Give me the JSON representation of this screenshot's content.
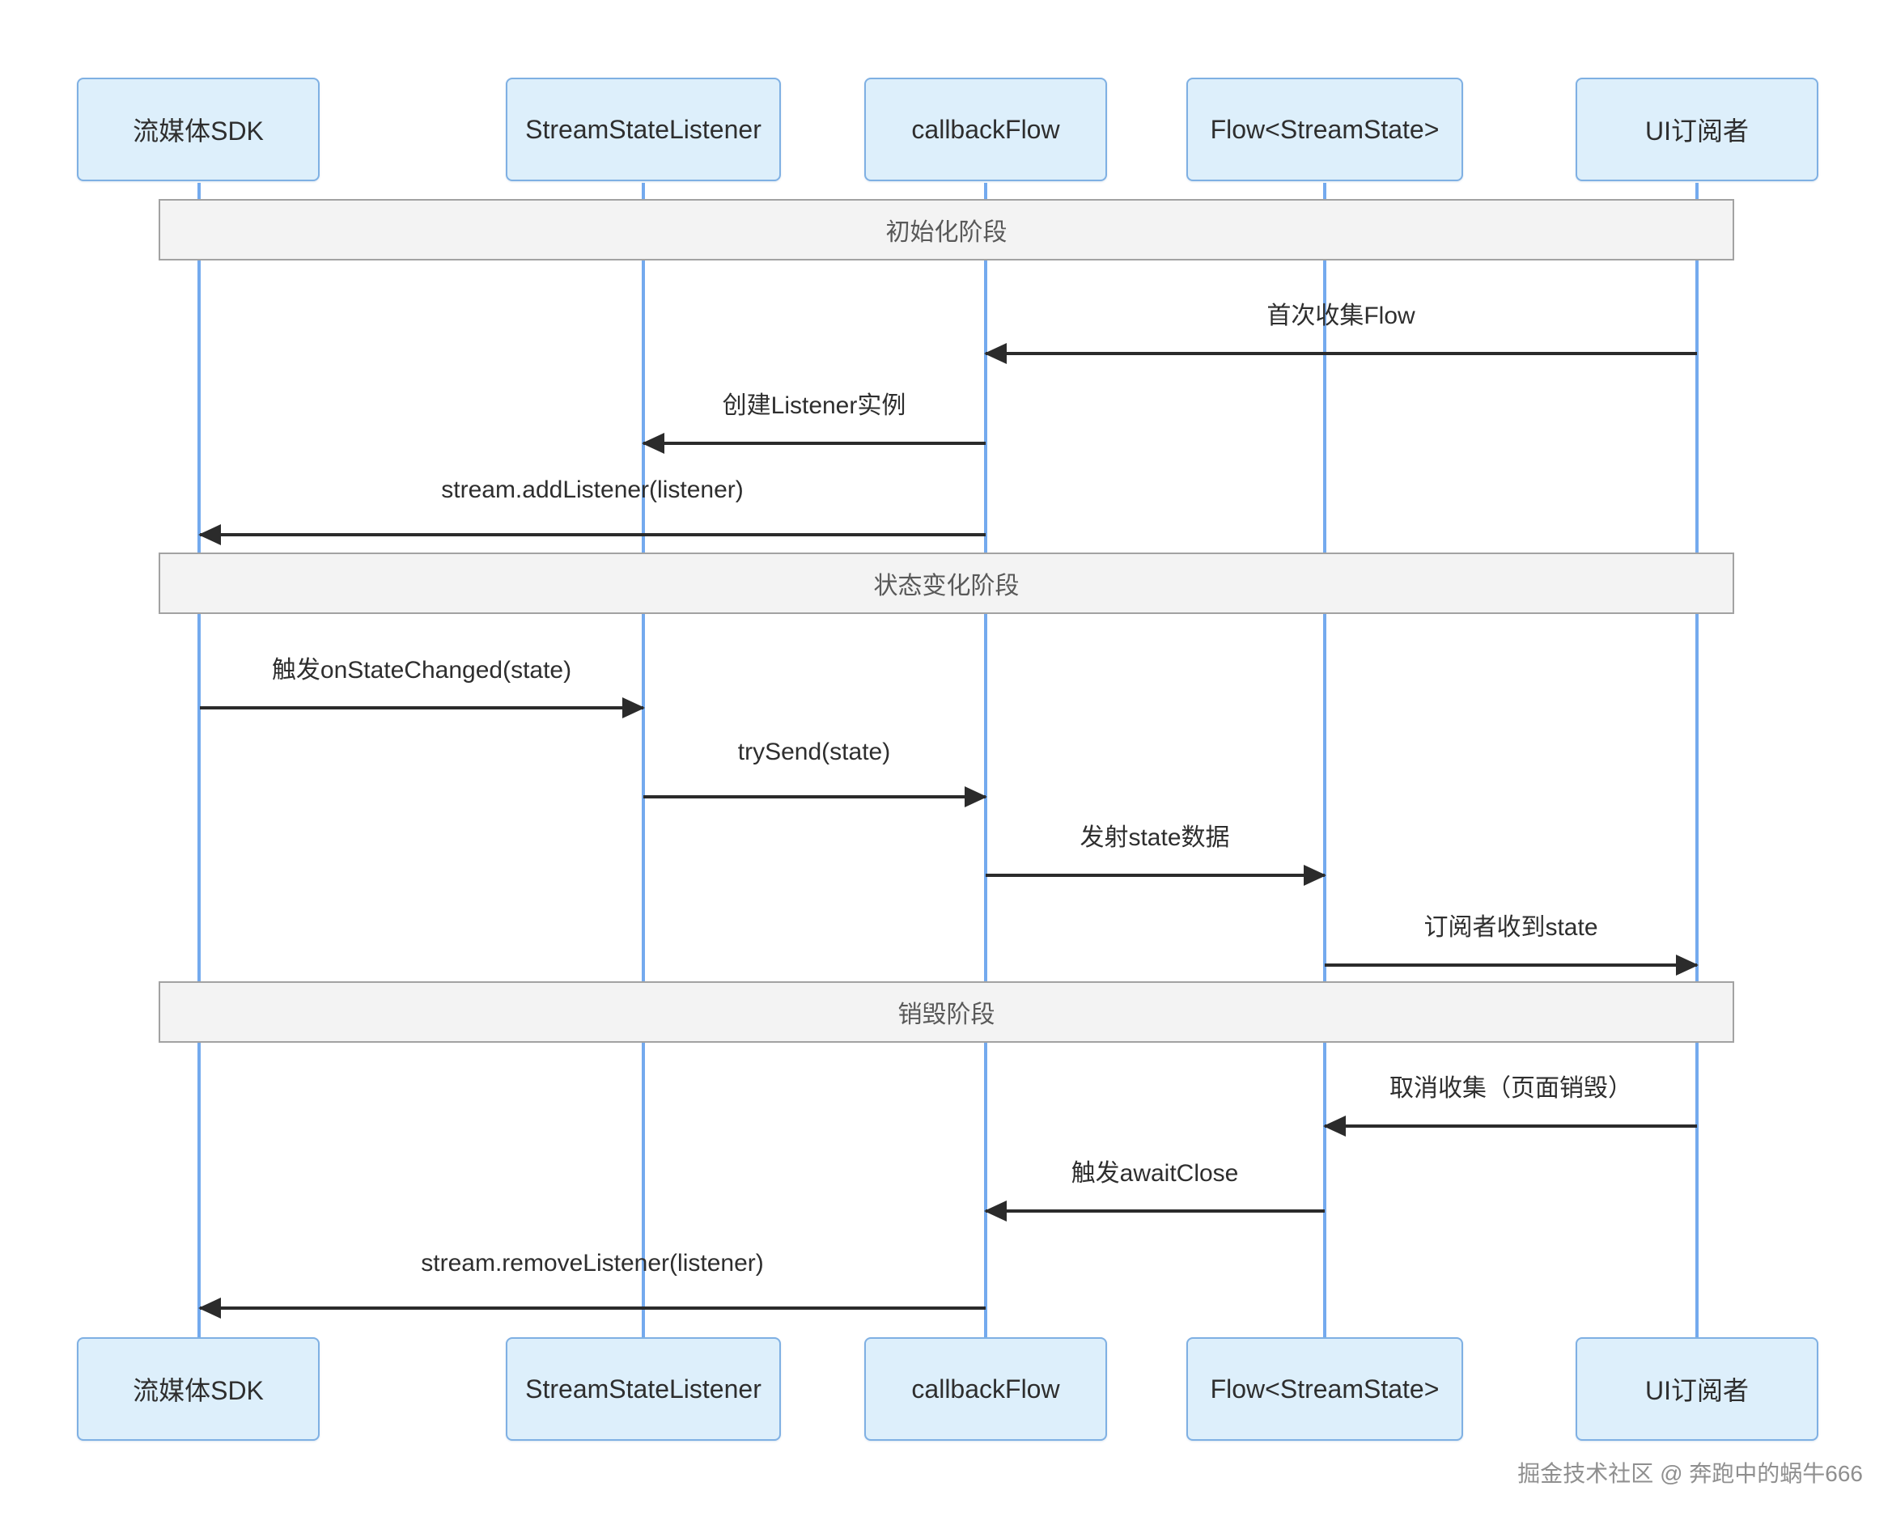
{
  "diagram": {
    "type": "sequence-diagram",
    "actors": [
      {
        "id": "sdk",
        "label": "流媒体SDK"
      },
      {
        "id": "stream-state-listener",
        "label": "StreamStateListener"
      },
      {
        "id": "callback-flow",
        "label": "callbackFlow"
      },
      {
        "id": "flow-stream-state",
        "label": "Flow<StreamState>"
      },
      {
        "id": "ui-subscriber",
        "label": "UI订阅者"
      }
    ],
    "phases": [
      {
        "label": "初始化阶段"
      },
      {
        "label": "状态变化阶段"
      },
      {
        "label": "销毁阶段"
      }
    ],
    "messages": [
      {
        "from": "UI订阅者",
        "to": "callbackFlow",
        "label": "首次收集Flow",
        "phase": "初始化阶段",
        "direction": "left"
      },
      {
        "from": "callbackFlow",
        "to": "StreamStateListener",
        "label": "创建Listener实例",
        "phase": "初始化阶段",
        "direction": "left"
      },
      {
        "from": "callbackFlow",
        "to": "流媒体SDK",
        "label": "stream.addListener(listener)",
        "phase": "初始化阶段",
        "direction": "left"
      },
      {
        "from": "流媒体SDK",
        "to": "StreamStateListener",
        "label": "触发onStateChanged(state)",
        "phase": "状态变化阶段",
        "direction": "right"
      },
      {
        "from": "StreamStateListener",
        "to": "callbackFlow",
        "label": "trySend(state)",
        "phase": "状态变化阶段",
        "direction": "right"
      },
      {
        "from": "callbackFlow",
        "to": "Flow<StreamState>",
        "label": "发射state数据",
        "phase": "状态变化阶段",
        "direction": "right"
      },
      {
        "from": "Flow<StreamState>",
        "to": "UI订阅者",
        "label": "订阅者收到state",
        "phase": "状态变化阶段",
        "direction": "right"
      },
      {
        "from": "UI订阅者",
        "to": "Flow<StreamState>",
        "label": "取消收集（页面销毁）",
        "phase": "销毁阶段",
        "direction": "left"
      },
      {
        "from": "Flow<StreamState>",
        "to": "callbackFlow",
        "label": "触发awaitClose",
        "phase": "销毁阶段",
        "direction": "left"
      },
      {
        "from": "callbackFlow",
        "to": "流媒体SDK",
        "label": "stream.removeListener(listener)",
        "phase": "销毁阶段",
        "direction": "left"
      }
    ],
    "watermark": "掘金技术社区 @ 奔跑中的蜗牛666",
    "colors": {
      "actor_fill": "#ddeffb",
      "actor_border": "#7fb0e3",
      "lifeline": "#74aaee",
      "phase_fill": "#f3f3f3",
      "phase_border": "#a2a2a2",
      "arrow": "#2b2b2b",
      "message_text": "#2e2e2e",
      "phase_text": "#595959",
      "watermark_text": "#8f8f8f"
    }
  }
}
